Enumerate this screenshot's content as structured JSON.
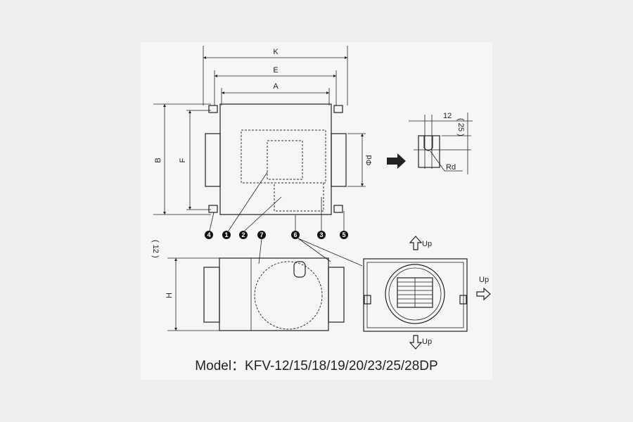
{
  "dimensions": {
    "K": "K",
    "E": "E",
    "A": "A",
    "B": "B",
    "F": "F",
    "d": "Φd",
    "H": "H",
    "bottom_offset": "( 12 )"
  },
  "detail": {
    "width": "12",
    "height": "( 25 )",
    "radius": "Rd"
  },
  "parts": [
    "4",
    "1",
    "2",
    "7",
    "6",
    "3",
    "5"
  ],
  "directions": {
    "up_top": "Up",
    "up_right": "Up",
    "up_bottom": "Up"
  },
  "caption": "Model：KFV-12/15/18/19/20/23/25/28DP"
}
